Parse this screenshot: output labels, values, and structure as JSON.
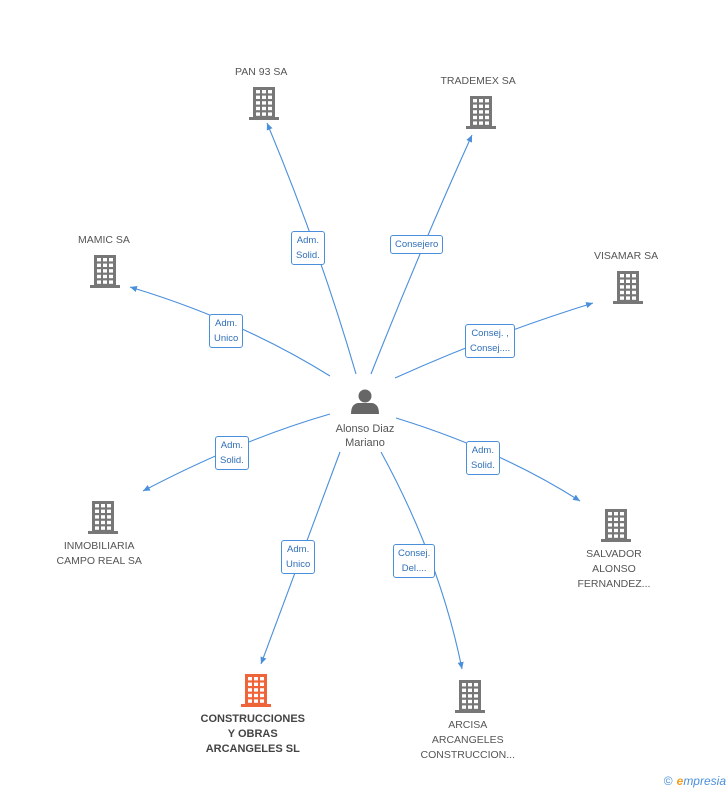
{
  "center": {
    "name_line1": "Alonso Diaz",
    "name_line2": "Mariano"
  },
  "companies": [
    {
      "id": "pan93",
      "lines": [
        "PAN 93 SA"
      ]
    },
    {
      "id": "trademex",
      "lines": [
        "TRADEMEX SA"
      ]
    },
    {
      "id": "mamic",
      "lines": [
        "MAMIC SA"
      ]
    },
    {
      "id": "visamar",
      "lines": [
        "VISAMAR SA"
      ]
    },
    {
      "id": "inmobiliaria",
      "lines": [
        "INMOBILIARIA",
        "CAMPO REAL SA"
      ]
    },
    {
      "id": "salvador",
      "lines": [
        "SALVADOR",
        "ALONSO",
        "FERNANDEZ..."
      ]
    },
    {
      "id": "construcciones",
      "lines": [
        "CONSTRUCCIONES",
        "Y OBRAS",
        "ARCANGELES SL"
      ],
      "focus": true
    },
    {
      "id": "arcisa",
      "lines": [
        "ARCISA",
        "ARCANGELES",
        "CONSTRUCCION..."
      ]
    }
  ],
  "relations": [
    {
      "target": "pan93",
      "lines": [
        "Adm.",
        "Solid."
      ]
    },
    {
      "target": "trademex",
      "lines": [
        "Consejero"
      ]
    },
    {
      "target": "mamic",
      "lines": [
        "Adm.",
        "Unico"
      ]
    },
    {
      "target": "visamar",
      "lines": [
        "Consej. ,",
        "Consej...."
      ]
    },
    {
      "target": "inmobiliaria",
      "lines": [
        "Adm.",
        "Solid."
      ]
    },
    {
      "target": "salvador",
      "lines": [
        "Adm.",
        "Solid."
      ]
    },
    {
      "target": "construcciones",
      "lines": [
        "Adm.",
        "Unico"
      ]
    },
    {
      "target": "arcisa",
      "lines": [
        "Consej.",
        "Del...."
      ]
    }
  ],
  "colors": {
    "edge": "#4a8fdc",
    "building": "#777777",
    "building_focus": "#f0643a",
    "person": "#666666"
  },
  "icons": {
    "company": "building-icon",
    "person": "person-icon"
  },
  "brand": {
    "copyright": "©",
    "first_letter": "e",
    "rest": "mpresia"
  }
}
